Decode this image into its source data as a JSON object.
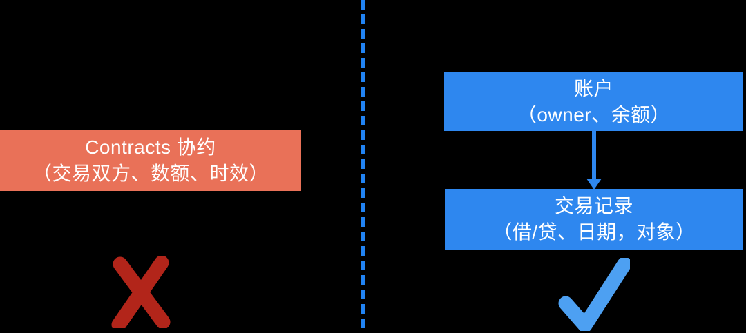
{
  "colors": {
    "background": "#000000",
    "divider-blue": "#2183F2",
    "box-blue": "#2E87EF",
    "box-salmon": "#E97158",
    "arrow-blue": "#2E87EF",
    "x-red": "#B2251A",
    "check-blue": "#4DA0F2",
    "text-white": "#FFFFFF"
  },
  "left_panel": {
    "contracts_box": {
      "title": "Contracts 协约",
      "subtitle": "（交易双方、数额、时效）"
    },
    "verdict_icon": "x-mark"
  },
  "right_panel": {
    "account_box": {
      "title": "账户",
      "subtitle": "（owner、余额）"
    },
    "transaction_box": {
      "title": "交易记录",
      "subtitle": "（借/贷、日期，对象）"
    },
    "verdict_icon": "check-mark"
  }
}
